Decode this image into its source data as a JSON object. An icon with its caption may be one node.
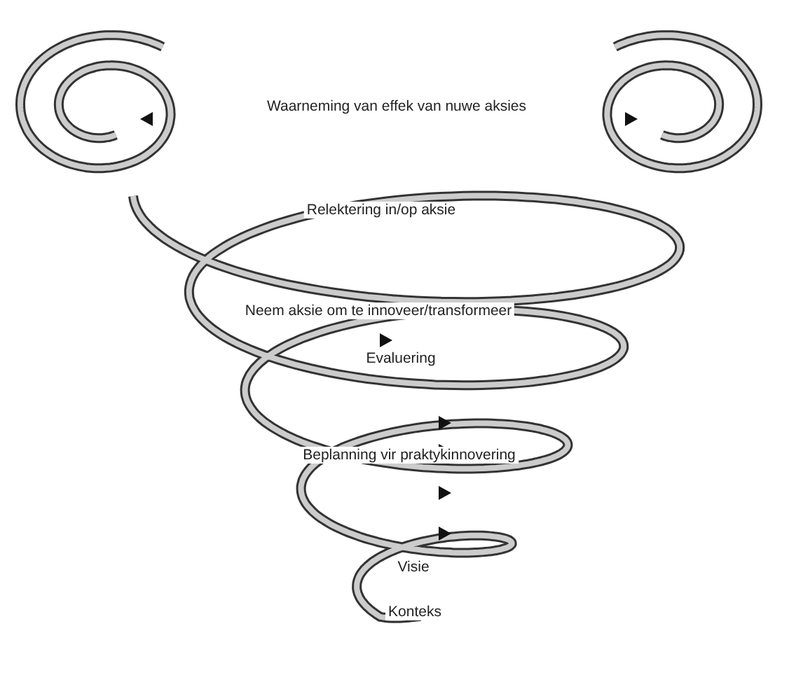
{
  "diagram": {
    "labels": [
      "Waarneming van effek van nuwe aksies",
      "Relektering in/op aksie",
      "Neem aksie om te innoveer/transformeer",
      "Evaluering",
      "Beplanning vir praktykinnovering",
      "Visie",
      "Konteks"
    ]
  }
}
